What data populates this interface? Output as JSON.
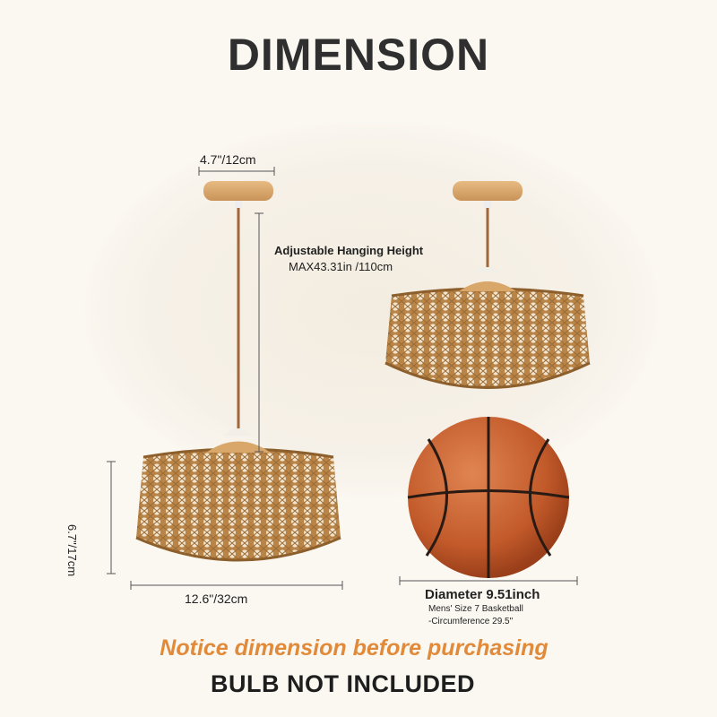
{
  "title": "DIMENSION",
  "labels": {
    "canopy_width": "4.7\"/12cm",
    "hanging_height_title": "Adjustable Hanging Height",
    "hanging_height_value": "MAX43.31in  /110cm",
    "shade_height": "6.7\"/17cm",
    "shade_width": "12.6\"/32cm",
    "diameter": "Diameter 9.51inch",
    "basketball_size": "Mens' Size 7 Basketball",
    "circumference": "-Circumference 29.5\""
  },
  "footer": {
    "notice": "Notice dimension before purchasing",
    "bulb": "BULB NOT INCLUDED"
  },
  "colors": {
    "title": "#2f2f2f",
    "notice": "#e08a3a",
    "rattan": "#c08a4e",
    "wood": "#d9a76a",
    "ball": "#c9602e"
  }
}
